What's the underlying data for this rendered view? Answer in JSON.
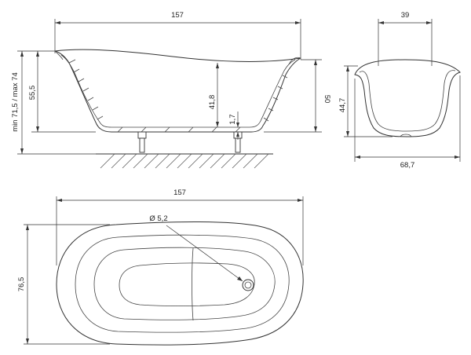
{
  "side_view": {
    "length_label": "157",
    "height_range_label": "min 71,5 / max 74",
    "rim_height_label": "55,5",
    "inner_depth_label": "41,8",
    "bottom_thickness_label": "1,7",
    "end_height_label": "50"
  },
  "end_view": {
    "inner_width_label": "39",
    "depth_label": "44,7",
    "outer_width_label": "68,7"
  },
  "top_view": {
    "length_label": "157",
    "width_label": "76,5",
    "drain_label": "Ø 5,2"
  }
}
